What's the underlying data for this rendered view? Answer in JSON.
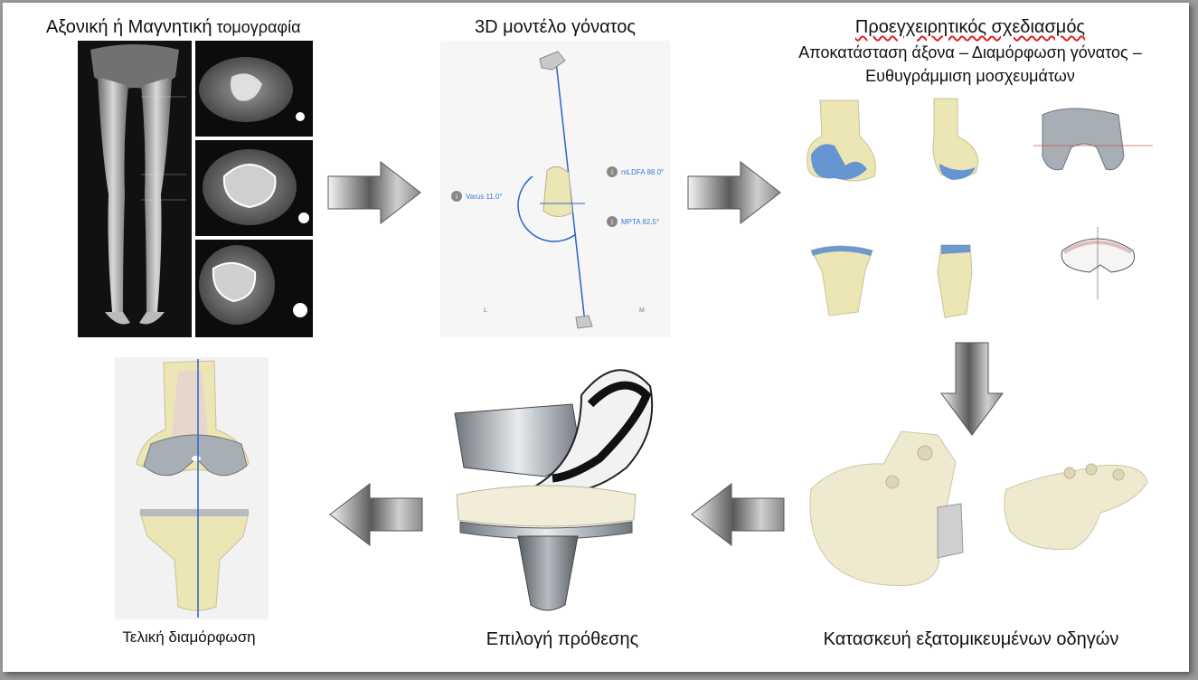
{
  "steps": {
    "imaging": {
      "title_main": "Αξονική ή Μαγνητική",
      "title_rest": " τομογραφία"
    },
    "model": {
      "title": "3D μοντέλο γόνατος",
      "readouts": {
        "varus": "Varus 11.0°",
        "mldfa": "mLDFA 88.0°",
        "mpta": "MPTA 82.5°",
        "left_marker": "L",
        "right_marker": "M"
      }
    },
    "planning": {
      "title": "Προεγχειρητικός σχεδιασμός",
      "subtitle_line1": "Αποκατάσταση άξονα – Διαμόρφωση γόνατος –",
      "subtitle_line2": "Ευθυγράμμιση μοσχευμάτων"
    },
    "guides": {
      "title": "Κατασκευή εξατομικευμένων οδηγών"
    },
    "prosthesis": {
      "title": "Επιλογή πρόθεσης"
    },
    "final": {
      "title": "Τελική διαμόρφωση"
    }
  },
  "colors": {
    "bone": "#ece6b4",
    "cartilage": "#4f86d6",
    "metal": "#9aa1a8",
    "axis": "#2b63c8",
    "guide": "#efe9cf"
  }
}
